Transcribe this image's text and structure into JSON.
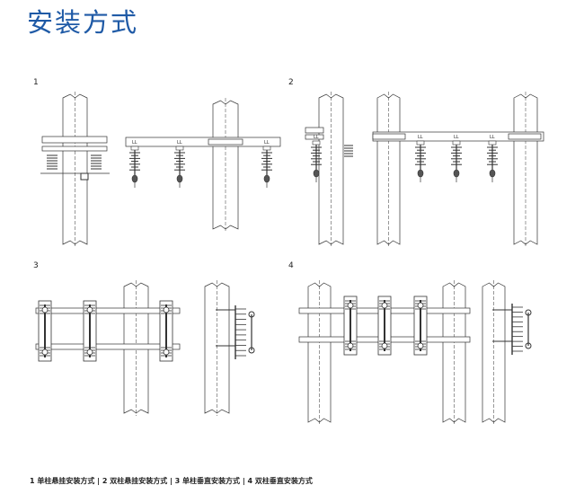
{
  "title": "安装方式",
  "panels": [
    {
      "number": "1"
    },
    {
      "number": "2"
    },
    {
      "number": "3"
    },
    {
      "number": "4"
    }
  ],
  "caption": "1 单柱悬挂安装方式 | 2 双柱悬挂安装方式 | 3 单柱垂直安装方式 | 4 双柱垂直安装方式",
  "colors": {
    "title": "#1f5aa6",
    "line": "#333333"
  }
}
